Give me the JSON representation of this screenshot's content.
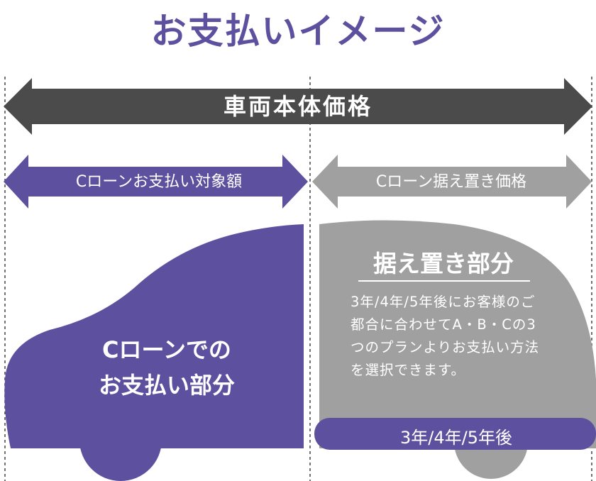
{
  "title": "お支払いイメージ",
  "arrows": {
    "total": "車両本体価格",
    "left": "Cローンお支払い対象額",
    "right": "Cローン据え置き価格"
  },
  "left_part": {
    "text": "Cローンでの\nお支払い部分"
  },
  "deferred": {
    "title": "据え置き部分",
    "description": "3年/4年/5年後にお客様のご都合に合わせてA・B・Cの3つのプランよりお支払い方法を選択できます。",
    "pill": "3年/4年/5年後"
  },
  "colors": {
    "purple": "#5d509e",
    "dark_gray": "#4b4b4b",
    "gray": "#a0a0a0",
    "white": "#ffffff"
  }
}
